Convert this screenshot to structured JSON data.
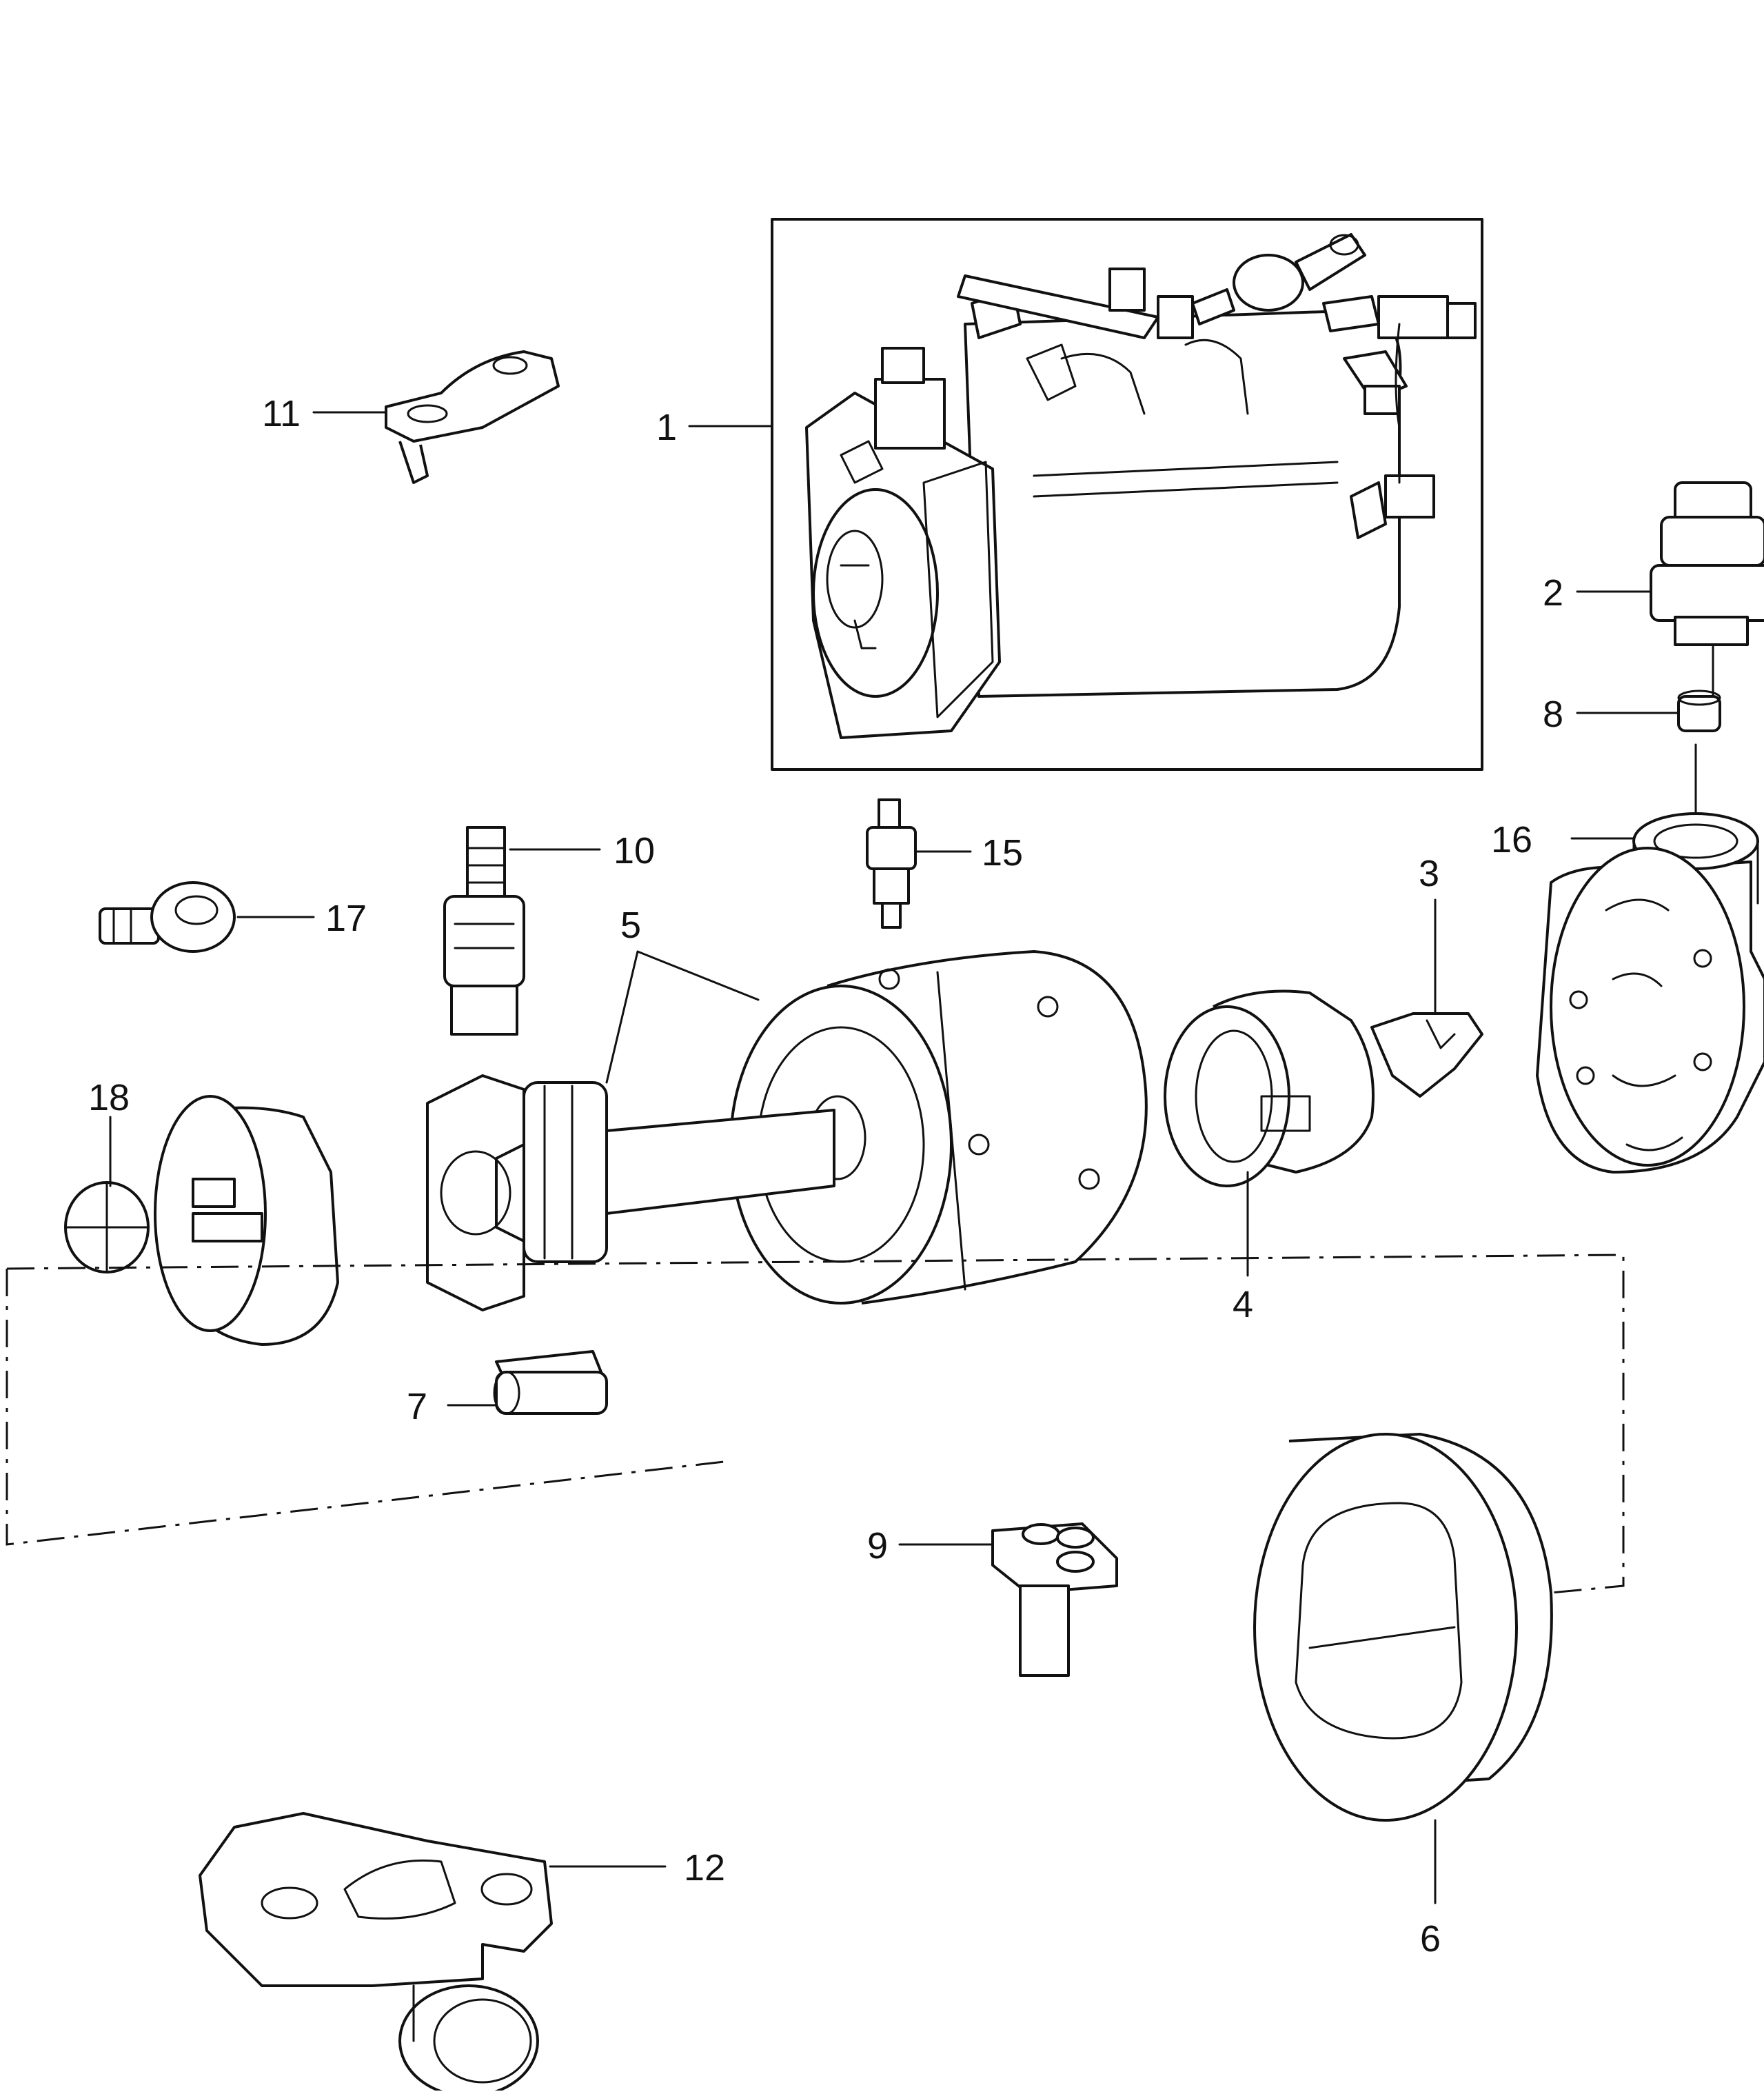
{
  "callouts": {
    "c1": "1",
    "c2": "2",
    "c3": "3",
    "c4": "4",
    "c5": "5",
    "c6": "6",
    "c7": "7",
    "c8": "8",
    "c9": "9",
    "c10": "10",
    "c11": "11",
    "c12": "12",
    "c15": "15",
    "c16": "16",
    "c17": "17",
    "c18": "18"
  }
}
